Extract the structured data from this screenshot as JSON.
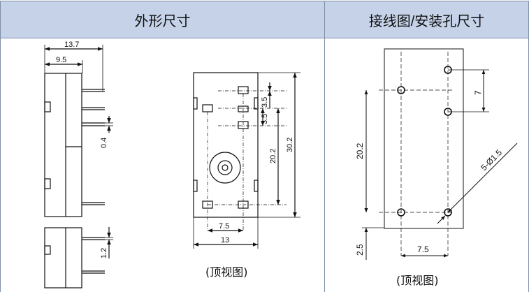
{
  "headers": {
    "left": "外形尺寸",
    "right": "接线图/安装孔尺寸"
  },
  "side_view": {
    "dim_overall_depth": "13.7",
    "dim_body_depth": "9.5",
    "dim_pin_thickness": "0.4",
    "dim_pin_offset": "1.2"
  },
  "top_view": {
    "dim_pin_pitch_top": "3.5",
    "dim_pin_pitch_mid": "3.5",
    "dim_pin_span": "20.2",
    "dim_overall_length": "30.2",
    "dim_pin_row_width": "7.5",
    "dim_overall_width": "13",
    "caption": "(顶视图)"
  },
  "mounting_view": {
    "dim_upper_pitch": "7",
    "dim_pin_span": "20.2",
    "dim_hole_spec": "5-Ø1.5",
    "dim_edge_offset": "2.5",
    "dim_row_width": "7.5",
    "caption": "(顶视图)"
  }
}
